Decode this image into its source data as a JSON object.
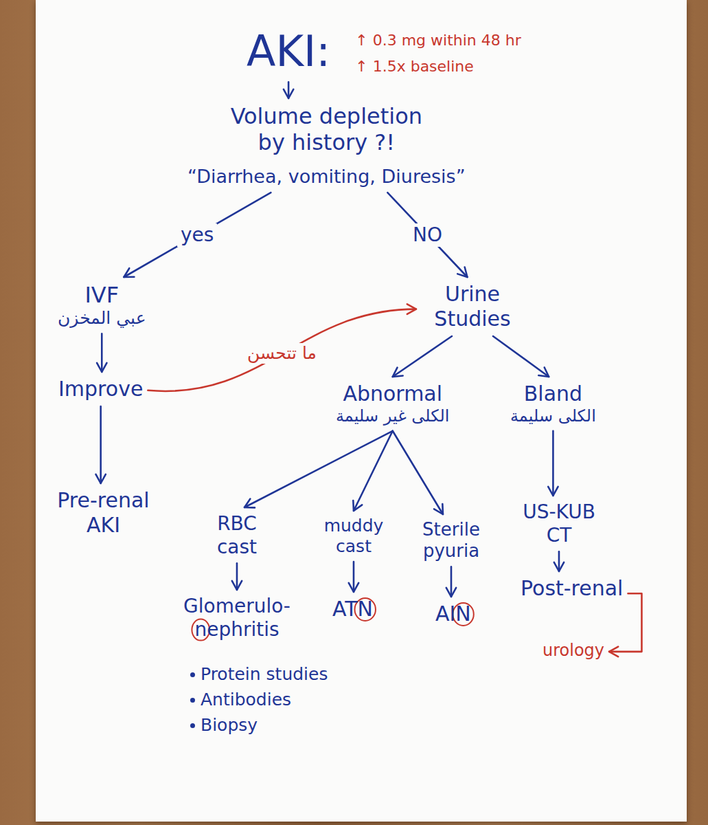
{
  "diagram": {
    "nodes": [
      {
        "text": [
          "AKI:",
          "↑ 0.3 mg within 48 hr",
          "↑ 1.5x baseline"
        ]
      },
      {
        "text": [
          "Volume depletion by history ?!",
          "“Diarrhea, vomiting, Diuresis”"
        ]
      },
      {
        "text": [
          "IVF",
          "عبي المخزن"
        ]
      },
      {
        "text": [
          "Improve"
        ]
      },
      {
        "text": [
          "Pre-renal AKI"
        ]
      },
      {
        "text": [
          "Urine Studies"
        ]
      },
      {
        "text": [
          "Abnormal",
          "الكلى غير سليمة"
        ]
      },
      {
        "text": [
          "Bland",
          "الكلى سليمة"
        ]
      },
      {
        "text": [
          "RBC cast"
        ]
      },
      {
        "text": [
          "muddy cast"
        ]
      },
      {
        "text": [
          "Sterile pyuria"
        ]
      },
      {
        "text": [
          "US-KUB CT"
        ]
      },
      {
        "text": [
          "Glomerulo- nephritis"
        ]
      },
      {
        "text": [
          "ATN"
        ]
      },
      {
        "text": [
          "AIN"
        ]
      },
      {
        "text": [
          "Post-renal"
        ]
      },
      {
        "text": [
          "urology"
        ]
      }
    ],
    "edges": [
      {
        "from": 0,
        "to": 1,
        "arrow": "to"
      },
      {
        "from": 1,
        "to": 2,
        "label": "yes",
        "arrow": "to"
      },
      {
        "from": 1,
        "to": 5,
        "label": "NO",
        "arrow": "to"
      },
      {
        "from": 2,
        "to": 3,
        "arrow": "to"
      },
      {
        "from": 3,
        "to": 5,
        "label": "ما تتحسن",
        "arrow": "to"
      },
      {
        "from": 3,
        "to": 4,
        "arrow": "to"
      },
      {
        "from": 5,
        "to": 6,
        "arrow": "to"
      },
      {
        "from": 5,
        "to": 7,
        "arrow": "to"
      },
      {
        "from": 6,
        "to": 8,
        "arrow": "to"
      },
      {
        "from": 6,
        "to": 9,
        "arrow": "to"
      },
      {
        "from": 6,
        "to": 10,
        "arrow": "to"
      },
      {
        "from": 8,
        "to": 12,
        "arrow": "to"
      },
      {
        "from": 9,
        "to": 13,
        "arrow": "to"
      },
      {
        "from": 10,
        "to": 14,
        "arrow": "to"
      },
      {
        "from": 7,
        "to": 11,
        "arrow": "to"
      },
      {
        "from": 11,
        "to": 15,
        "arrow": "to"
      },
      {
        "from": 15,
        "to": 16,
        "arrow": "to"
      }
    ],
    "labels": [
      "Protein studies",
      "Antibodies",
      "Biopsy"
    ]
  }
}
